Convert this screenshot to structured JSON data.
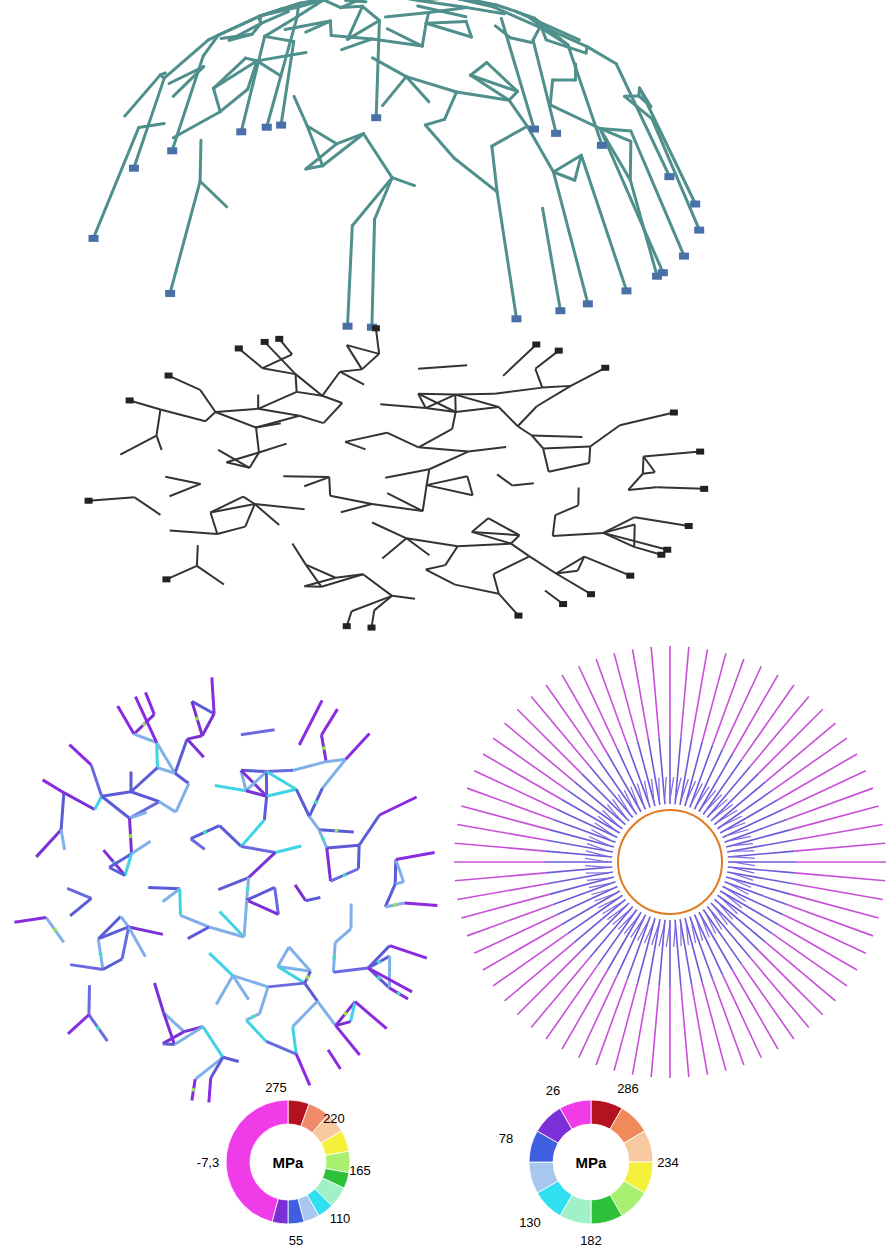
{
  "diagram": {
    "nodes": [
      {
        "text": [
          "MPa"
        ]
      },
      {
        "text": [
          "MPa"
        ]
      }
    ],
    "labels": [
      "275",
      "220",
      "165",
      "110",
      "55",
      "-7,3",
      "26",
      "286",
      "234",
      "182",
      "130",
      "78"
    ]
  }
}
